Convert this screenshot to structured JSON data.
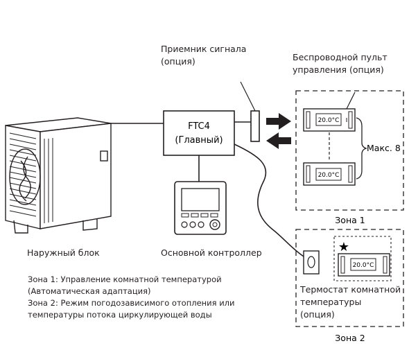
{
  "receiver_label": [
    "Приемник сигнала",
    "(опция)"
  ],
  "wireless_label": [
    "Беспроводной пульт",
    "управления (опция)"
  ],
  "ftc": {
    "line1": "FTC4",
    "line2": "(Главный)"
  },
  "max_label": "Макс. 8",
  "zone1_label": "Зона 1",
  "zone2_label": "Зона 2",
  "lcd_value": "20.0°C",
  "outdoor_label": "Наружный блок",
  "main_controller_label": "Основной контроллер",
  "thermostat_label": [
    "Термостат комнатной",
    "температуры",
    "(опция)"
  ],
  "notes": [
    "Зона 1: Управление комнатной температурой",
    "(Автоматическая адаптация)",
    "Зона 2: Режим погодозависимого отопления или",
    "температуры потока циркулирующей воды"
  ],
  "star": "★",
  "controller_buttons": "○○○"
}
